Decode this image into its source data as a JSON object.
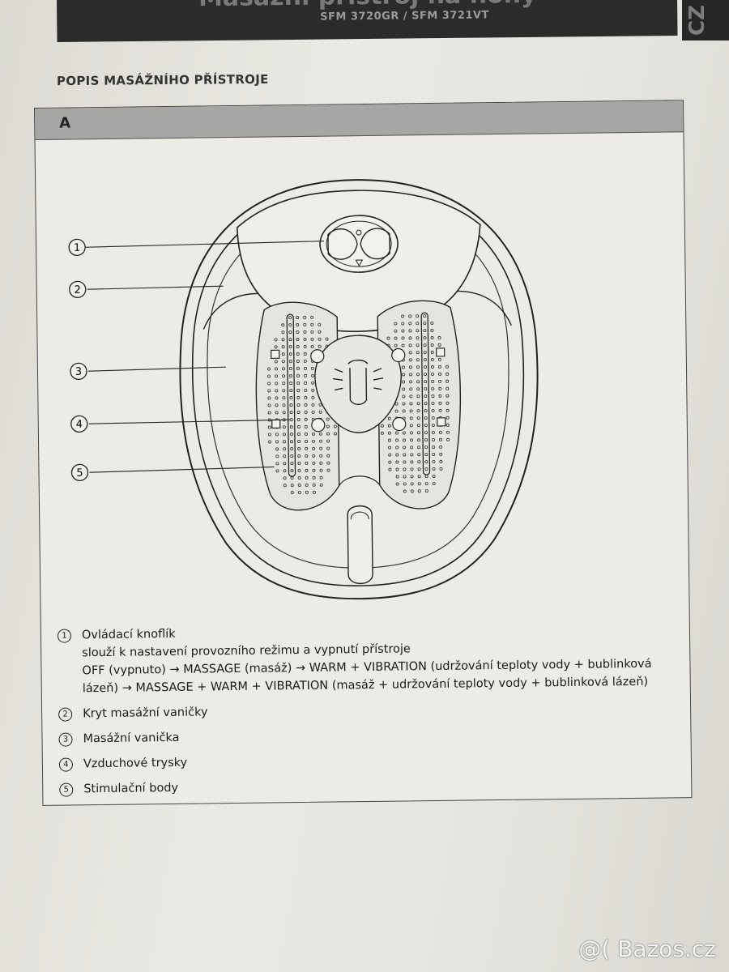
{
  "header": {
    "title": "Masážní přístroj na nohy",
    "models": "SFM 3720GR / SFM 3721VT",
    "lang_tab": "CZ"
  },
  "section": {
    "heading": "POPIS MASÁŽNÍHO PŘÍSTROJE"
  },
  "figure": {
    "label": "A",
    "callouts": [
      "1",
      "2",
      "3",
      "4",
      "5"
    ]
  },
  "legend": {
    "items": [
      {
        "num": "1",
        "title": "Ovládací knoflík",
        "lines": [
          "slouží k nastavení provozního režimu a vypnutí přístroje",
          "OFF (vypnuto) → MASSAGE (masáž) → WARM + VIBRATION (udržování teploty vody + bublinková",
          "lázeň) → MASSAGE + WARM + VIBRATION (masáž + udržování teploty vody + bublinková lázeň)"
        ]
      },
      {
        "num": "2",
        "title": "Kryt masážní vaničky"
      },
      {
        "num": "3",
        "title": "Masážní vanička"
      },
      {
        "num": "4",
        "title": "Vzduchové trysky"
      },
      {
        "num": "5",
        "title": "Stimulační body"
      }
    ]
  },
  "watermark": "@( Bazos.cz"
}
